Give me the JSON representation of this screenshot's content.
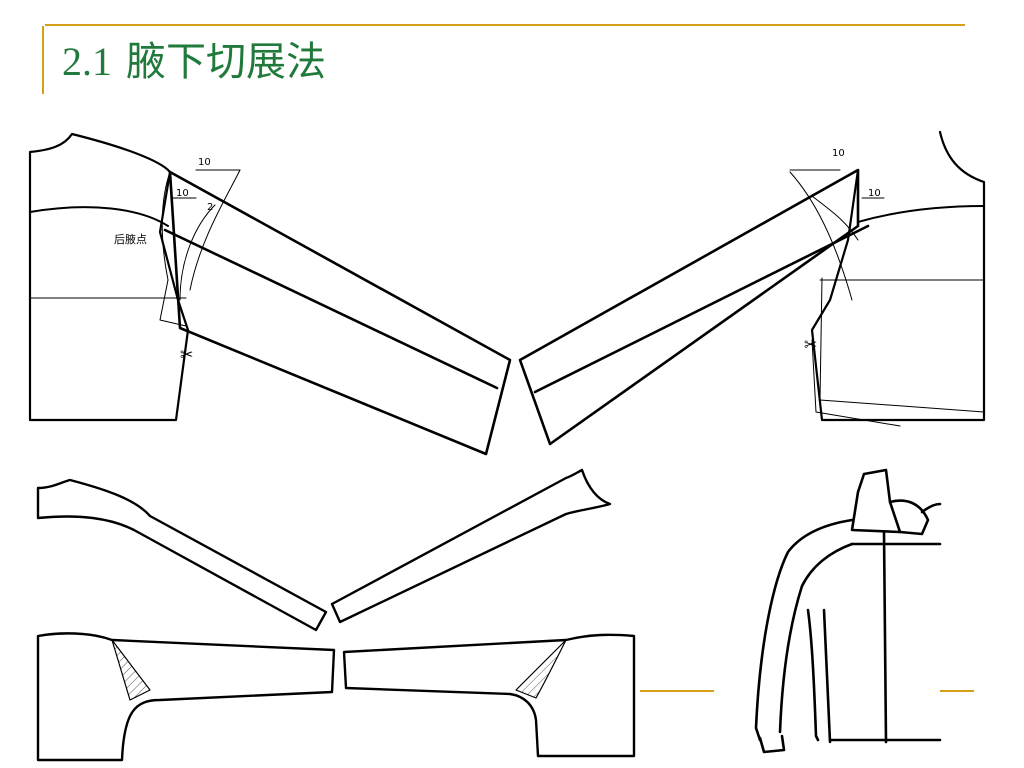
{
  "slide": {
    "number": "2.1",
    "title": "腋下切展法"
  },
  "labels": {
    "dim": "10",
    "dim_small": "2",
    "back_armpit": "后腋点",
    "scissors": "✂"
  },
  "colors": {
    "accent": "#d4a017",
    "title_text": "#217a3c",
    "line": "#000000",
    "hatch": "#555555"
  }
}
